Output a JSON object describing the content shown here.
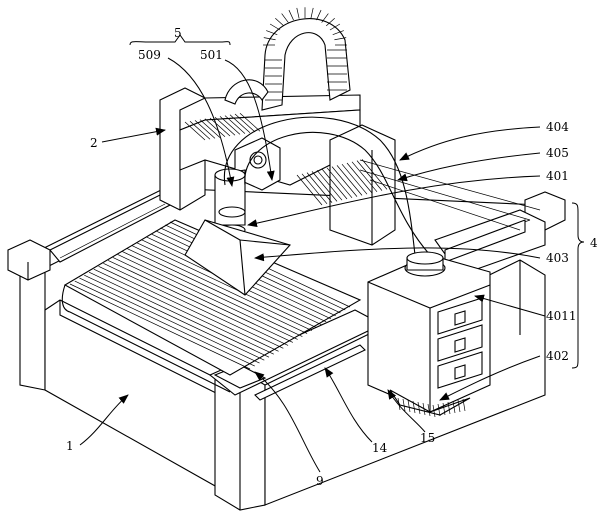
{
  "figure": {
    "labels": {
      "l1": "1",
      "l2": "2",
      "l4": "4",
      "l5": "5",
      "l9": "9",
      "l14": "14",
      "l15": "15",
      "l401": "401",
      "l402": "402",
      "l403": "403",
      "l404": "404",
      "l405": "405",
      "l4011": "4011",
      "l501": "501",
      "l509": "509"
    }
  }
}
